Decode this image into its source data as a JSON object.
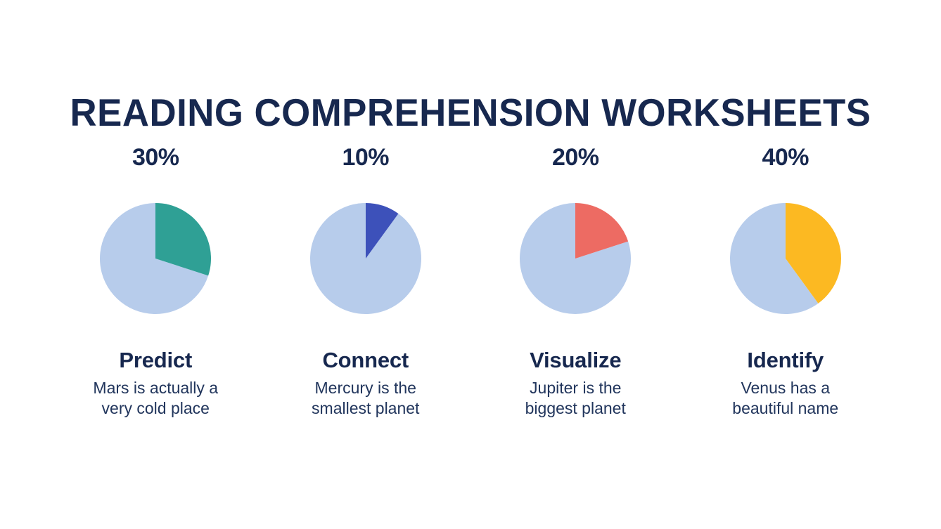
{
  "slide": {
    "title": "READING COMPREHENSION WORKSHEETS",
    "background_color": "#FFFFFF",
    "text_color": "#17284F"
  },
  "palette": {
    "navy": "#17284F",
    "body_navy": "#21355C",
    "pie_base": "#B7CCEB",
    "teal": "#2FA095",
    "royal_blue": "#3D51BA",
    "coral": "#ED6B63",
    "amber": "#FCB922"
  },
  "chart_data": {
    "type": "pie",
    "title": "READING COMPREHENSION WORKSHEETS",
    "legend": "none",
    "base_color": "#B7CCEB",
    "start_angle_deg": 0,
    "direction": "clockwise",
    "charts": [
      {
        "id": "predict",
        "percent_label": "30%",
        "value": 30,
        "remainder": 70,
        "accent_color": "#2FA095",
        "heading": "Predict",
        "body_lines": [
          "Mars is actually a",
          "very cold place"
        ]
      },
      {
        "id": "connect",
        "percent_label": "10%",
        "value": 10,
        "remainder": 90,
        "accent_color": "#3D51BA",
        "heading": "Connect",
        "body_lines": [
          "Mercury is the",
          "smallest planet"
        ]
      },
      {
        "id": "visualize",
        "percent_label": "20%",
        "value": 20,
        "remainder": 80,
        "accent_color": "#ED6B63",
        "heading": "Visualize",
        "body_lines": [
          "Jupiter is the",
          "biggest planet"
        ]
      },
      {
        "id": "identify",
        "percent_label": "40%",
        "value": 40,
        "remainder": 60,
        "accent_color": "#FCB922",
        "heading": "Identify",
        "body_lines": [
          "Venus has a",
          "beautiful name"
        ]
      }
    ]
  }
}
